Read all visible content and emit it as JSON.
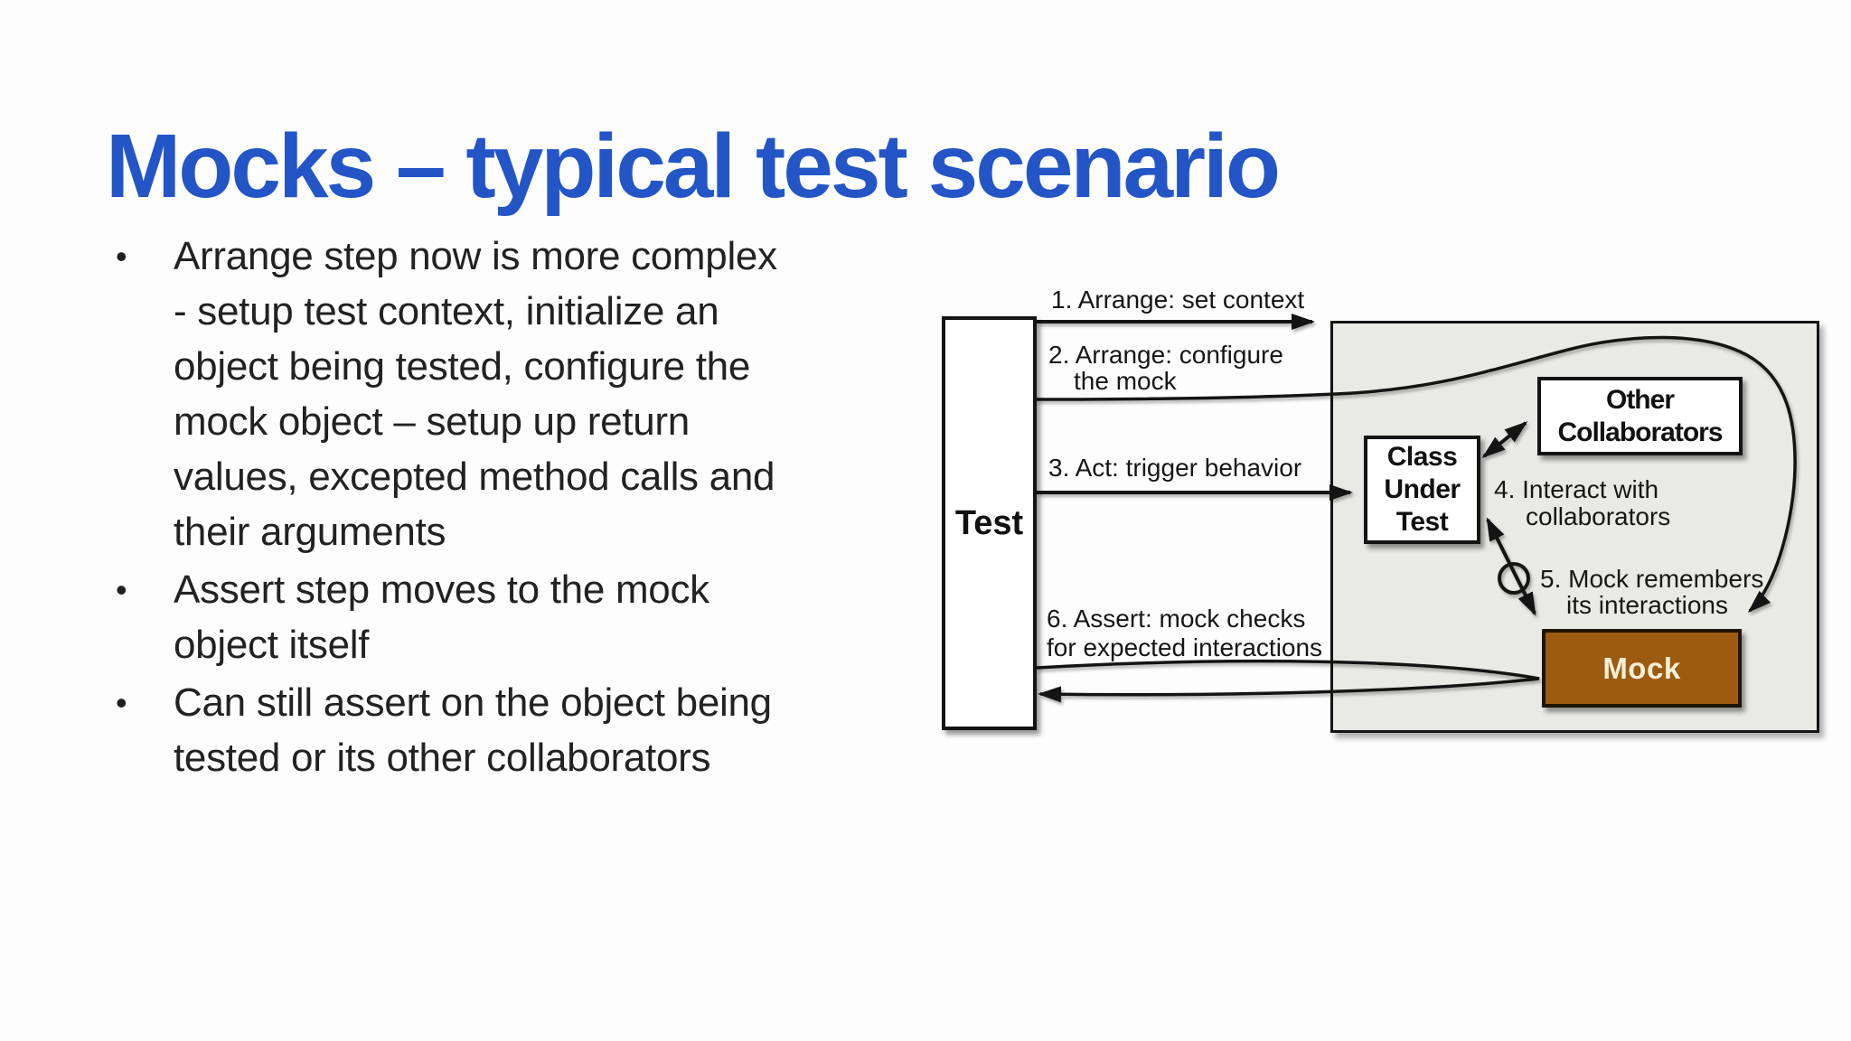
{
  "slide": {
    "title": "Mocks – typical test scenario",
    "bullet_glyph": "•",
    "bullets": [
      {
        "text": "Arrange step now is more complex\n- setup test context, initialize an\nobject being tested, configure the\nmock object – setup up return\nvalues, excepted method calls and\ntheir arguments"
      },
      {
        "text": "Assert step moves to the mock\nobject itself"
      },
      {
        "text": "Can still assert on the object being\ntested or its other collaborators"
      }
    ]
  },
  "diagram": {
    "test_label": "Test",
    "cut": {
      "line1": "Class",
      "line2": "Under",
      "line3": "Test"
    },
    "collab": {
      "line1": "Other",
      "line2": "Collaborators"
    },
    "mock_label": "Mock",
    "labels": {
      "step1": "1. Arrange: set context",
      "step2_line1": "2. Arrange: configure",
      "step2_line2": "the mock",
      "step3": "3. Act: trigger behavior",
      "step4_line1": "4. Interact with",
      "step4_line2": "collaborators",
      "step5_line1": "5. Mock remembers",
      "step5_line2": "its interactions",
      "step6_line1": "6. Assert: mock checks",
      "step6_line2": "for expected interactions"
    }
  },
  "colors": {
    "title_blue": "#2355C6",
    "panel_gray": "#e9e9e6",
    "mock_bg": "#9C5B0E",
    "mock_text": "#F7EFD8"
  }
}
